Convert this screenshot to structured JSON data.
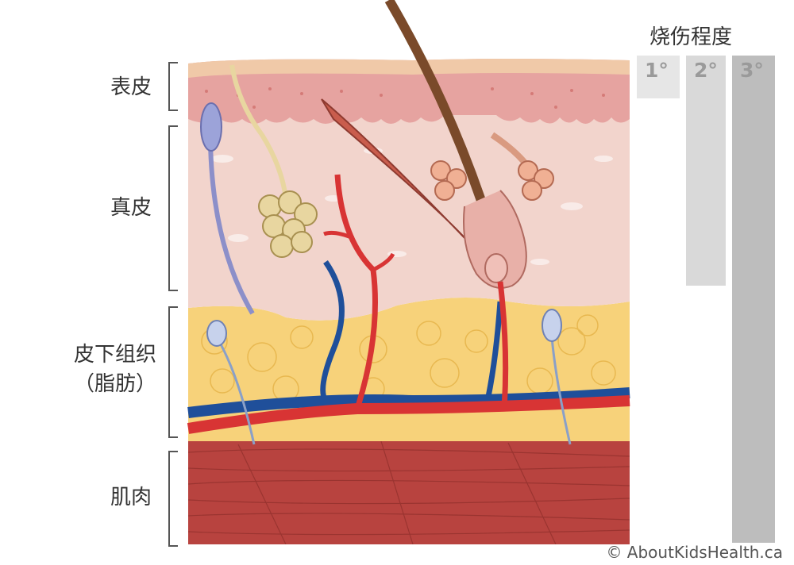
{
  "layers": [
    {
      "id": "epidermis",
      "label": "表皮"
    },
    {
      "id": "dermis",
      "label": "真皮"
    },
    {
      "id": "subcutaneous",
      "label_line1": "皮下组织",
      "label_line2": "（脂肪）"
    },
    {
      "id": "muscle",
      "label": "肌肉"
    }
  ],
  "burn_degree": {
    "title": "烧伤程度",
    "levels": [
      {
        "label": "1°",
        "depth_layer": "epidermis",
        "color": "#e6e6e6"
      },
      {
        "label": "2°",
        "depth_layer": "dermis",
        "color": "#d9d9d9"
      },
      {
        "label": "3°",
        "depth_layer": "muscle",
        "color": "#bdbdbd"
      }
    ]
  },
  "colors": {
    "epidermis": "#e6a3a0",
    "dermis": "#f2d4cc",
    "fat": "#f7d27a",
    "muscle": "#b8433f",
    "artery": "#d83434",
    "vein": "#1f4f9a",
    "hair": "#7a4a2a"
  },
  "copyright": "© AboutKidsHealth.ca"
}
